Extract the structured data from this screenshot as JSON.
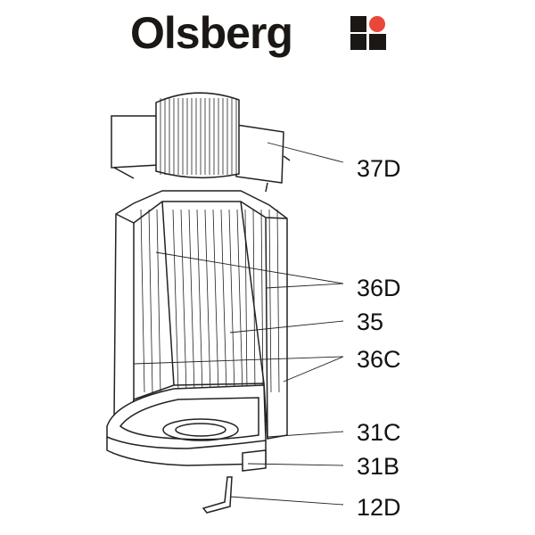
{
  "brand": {
    "name": "Olsberg",
    "accent_color": "#e8473a"
  },
  "parts": [
    {
      "label": "37D"
    },
    {
      "label": "36D"
    },
    {
      "label": "35"
    },
    {
      "label": "36C"
    },
    {
      "label": "31C"
    },
    {
      "label": "31B"
    },
    {
      "label": "12D"
    }
  ]
}
